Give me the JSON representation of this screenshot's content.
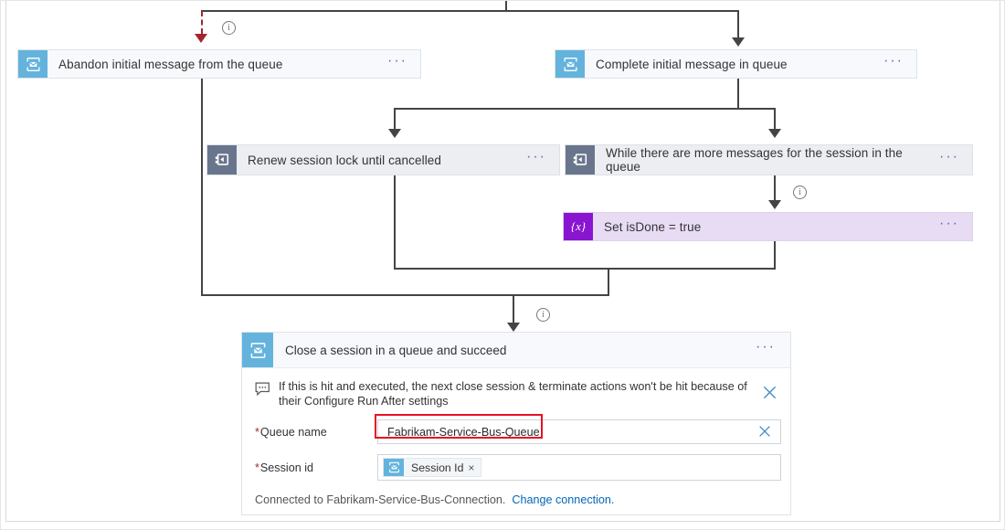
{
  "app": {
    "name": "Azure Logic Apps designer"
  },
  "connectors": {
    "info_icon_glyph": "i",
    "info_icons": [
      {
        "name": "info-icon-abandon-branch"
      },
      {
        "name": "info-icon-set-isdone"
      },
      {
        "name": "info-icon-close-session"
      }
    ]
  },
  "actions": [
    {
      "id": "abandon",
      "label": "Abandon initial message from the queue",
      "icon": "service-bus-icon",
      "menu": "···",
      "kind": "service-bus"
    },
    {
      "id": "complete",
      "label": "Complete initial message in queue",
      "icon": "service-bus-icon",
      "menu": "···",
      "kind": "service-bus"
    },
    {
      "id": "renew",
      "label": "Renew session lock until cancelled",
      "icon": "until-loop-icon",
      "menu": "···",
      "kind": "loop"
    },
    {
      "id": "while",
      "label": "While there are more messages for the session in the queue",
      "icon": "until-loop-icon",
      "menu": "···",
      "kind": "loop"
    },
    {
      "id": "setvar",
      "label": "Set isDone = true",
      "icon": "variable-icon",
      "icon_glyph": "{x}",
      "menu": "···",
      "kind": "variable"
    }
  ],
  "panel": {
    "title": "Close a session in a queue and succeed",
    "icon": "service-bus-icon",
    "menu": "···",
    "note": {
      "icon": "comment-icon",
      "text": "If this is hit and executed, the next close session & terminate actions won't be hit because of their Configure Run After settings",
      "close_icon": "close-icon"
    },
    "fields": [
      {
        "id": "queue-name",
        "required_marker": "*",
        "label": "Queue name",
        "value": "Fabrikam-Service-Bus-Queue",
        "clear_icon": "close-icon",
        "highlighted": true
      },
      {
        "id": "session-id",
        "required_marker": "*",
        "label": "Session id",
        "token": {
          "icon": "service-bus-icon",
          "label": "Session Id",
          "remove_icon": "close-icon-small",
          "remove_glyph": "×"
        }
      }
    ],
    "connection": {
      "text": "Connected to Fabrikam-Service-Bus-Connection.",
      "link": "Change connection."
    }
  },
  "colors": {
    "service_bus_blue": "#63b3dd",
    "loop_slate": "#69758c",
    "variable_purple": "#8a15d1",
    "variable_card_bg": "#e8dcf5",
    "connector_gray": "#444444",
    "error_red": "#a4262c",
    "highlight_red": "#e81123",
    "link_blue": "#0067b8"
  }
}
